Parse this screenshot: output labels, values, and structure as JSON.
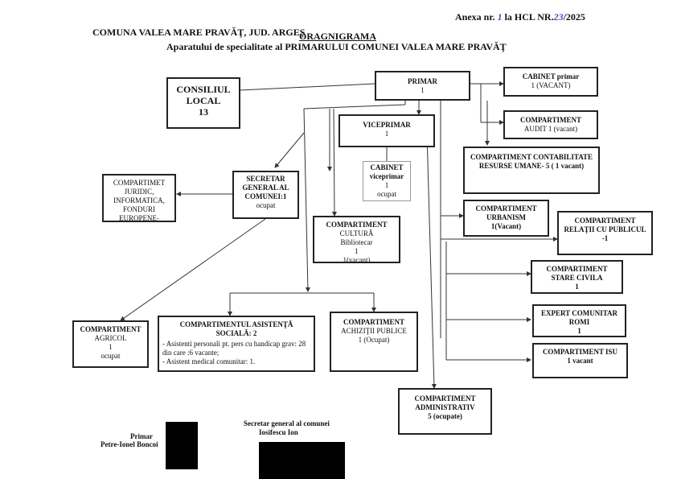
{
  "header": {
    "commune": "COMUNA VALEA MARE PRAVĂŢ, JUD. ARGEŞ",
    "annex_prefix": "Anexa nr.",
    "annex_number": "1",
    "annex_mid": "la HCL NR.",
    "hcl_number": "23",
    "annex_year": "/2025",
    "title": "ORAGNIGRAMA",
    "subtitle": "Aparatului de specialitate al PRIMARULUI  COMUNEI VALEA MARE PRAVĂŢ"
  },
  "boxes": {
    "consiliu": {
      "title": "CONSILIUL LOCAL",
      "num": "13"
    },
    "primar": {
      "title": "PRIMAR",
      "num": "1"
    },
    "cabinet_primar": {
      "title": "CABINET  primar",
      "num": "1 (VACANT)"
    },
    "audit": {
      "title": "COMPARTIMENT",
      "num": "AUDIT 1 (vacant)"
    },
    "viceprimar": {
      "title": "VICEPRIMAR",
      "num": "1"
    },
    "cabinet_vice": {
      "title": "CABINET viceprimar",
      "num": "1",
      "status": "ocupat"
    },
    "contabilitate": {
      "title": "COMPARTIMENT CONTABILITATE RESURSE UMANE- 5 ( 1 vacant)"
    },
    "secretar": {
      "title": "SECRETAR GENERAL AL COMUNEI:1",
      "status": "ocupat"
    },
    "juridic": {
      "title": "COMPARTIMET JURIDIC, INFORMATICA, FONDURI EUROPENE-"
    },
    "cultura": {
      "title": "COMPARTIMENT",
      "sub": "CULTURĂ",
      "role": "Bibliotecar",
      "num": "1",
      "status": "1(vacant)"
    },
    "urbanism": {
      "title": "COMPARTIMENT URBANISM",
      "num": "1(Vacant)"
    },
    "relatii": {
      "title": "COMPARTIMENT RELAŢII CU PUBLICUL  -1"
    },
    "stare_civila": {
      "title": "COMPARTIMENT STARE CIVILA",
      "num": "1"
    },
    "agricol": {
      "title": "COMPARTIMENT",
      "sub": "AGRICOL",
      "num": "1",
      "status": "ocupat"
    },
    "asistenta": {
      "title": "COMPARTIMENTUL ASISTENŢĂ SOCIALĂ: 2",
      "line1": "- Asistenti personali pt. pers cu handicap grav: 28 din care :6 vacante;",
      "line2": "- Asistent medical comunitar: 1."
    },
    "achizitii": {
      "title": "COMPARTIMENT",
      "sub": "ACHIZIŢII PUBLICE",
      "num": "1 (Ocupat)"
    },
    "expert_romi": {
      "title": "EXPERT COMUNITAR ROMI",
      "num": "1"
    },
    "isu": {
      "title": "COMPARTIMENT ISU",
      "num": "1 vacant"
    },
    "administrativ": {
      "title": "COMPARTIMENT ADMINISTRATIV",
      "num": "5 (ocupate)"
    }
  },
  "signatures": {
    "primar_label": "Primar",
    "primar_name": "Petre-Ionel Boncoi",
    "secretar_label": "Secretar general al comunei",
    "secretar_name": "Iosifescu Ion"
  }
}
